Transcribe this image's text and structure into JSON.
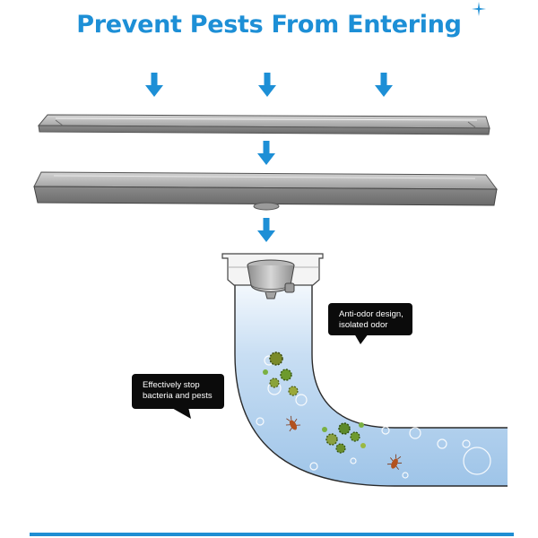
{
  "title": "Prevent Pests From Entering",
  "callouts": {
    "odor": {
      "line1": "Anti-odor design,",
      "line2": "isolated odor"
    },
    "pests": {
      "line1": "Effectively stop",
      "line2": "bacteria and pests"
    }
  },
  "colors": {
    "accent": "#1d8fd6",
    "callout_bg": "#0b0b0b",
    "water": "#a9ccec",
    "steel": "#a5a5a5"
  },
  "icons": [
    "down-arrow-icon",
    "sparkle-icon"
  ]
}
